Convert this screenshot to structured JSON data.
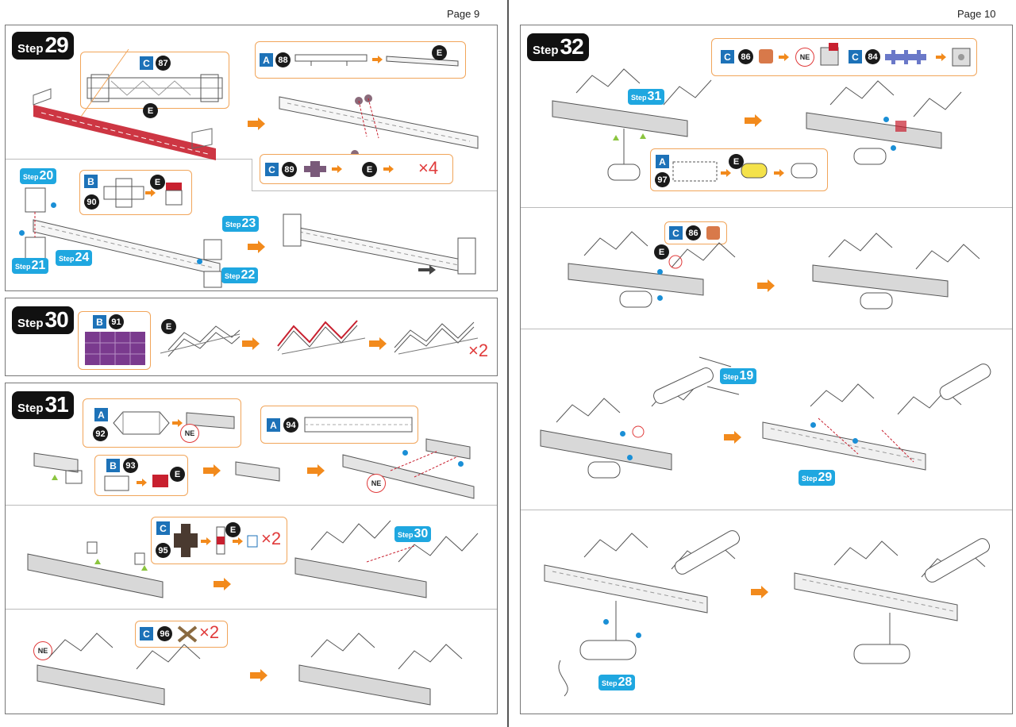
{
  "pages": {
    "left": "Page 9",
    "right": "Page 10"
  },
  "step_word": "Step",
  "letters": {
    "a": "A",
    "b": "B",
    "c": "C",
    "e": "E",
    "ne": "NE"
  },
  "multiplier": {
    "x4": "×4",
    "x2": "×2"
  },
  "steps": {
    "s29": "29",
    "s30": "30",
    "s31": "31",
    "s32": "32"
  },
  "refs": {
    "r20": "20",
    "r21": "21",
    "r22": "22",
    "r23": "23",
    "r24": "24",
    "r30": "30",
    "r31": "31",
    "r19": "19",
    "r29": "29",
    "r28": "28"
  },
  "parts": {
    "p87": "87",
    "p88": "88",
    "p89": "89",
    "p90": "90",
    "p91": "91",
    "p92": "92",
    "p93": "93",
    "p94": "94",
    "p95": "95",
    "p96": "96",
    "p86": "86",
    "p84": "84",
    "p97": "97"
  },
  "colors": {
    "accent_orange": "#f28a1c",
    "part_blue": "#1d72b8",
    "ref_cyan": "#1fa7e0",
    "highlight_red": "#c8202f",
    "sheet_purple": "#7a3a8e",
    "callout_border": "#f1a55a"
  },
  "icons": [
    "pointing-hand-icon",
    "orange-arrow-icon"
  ]
}
